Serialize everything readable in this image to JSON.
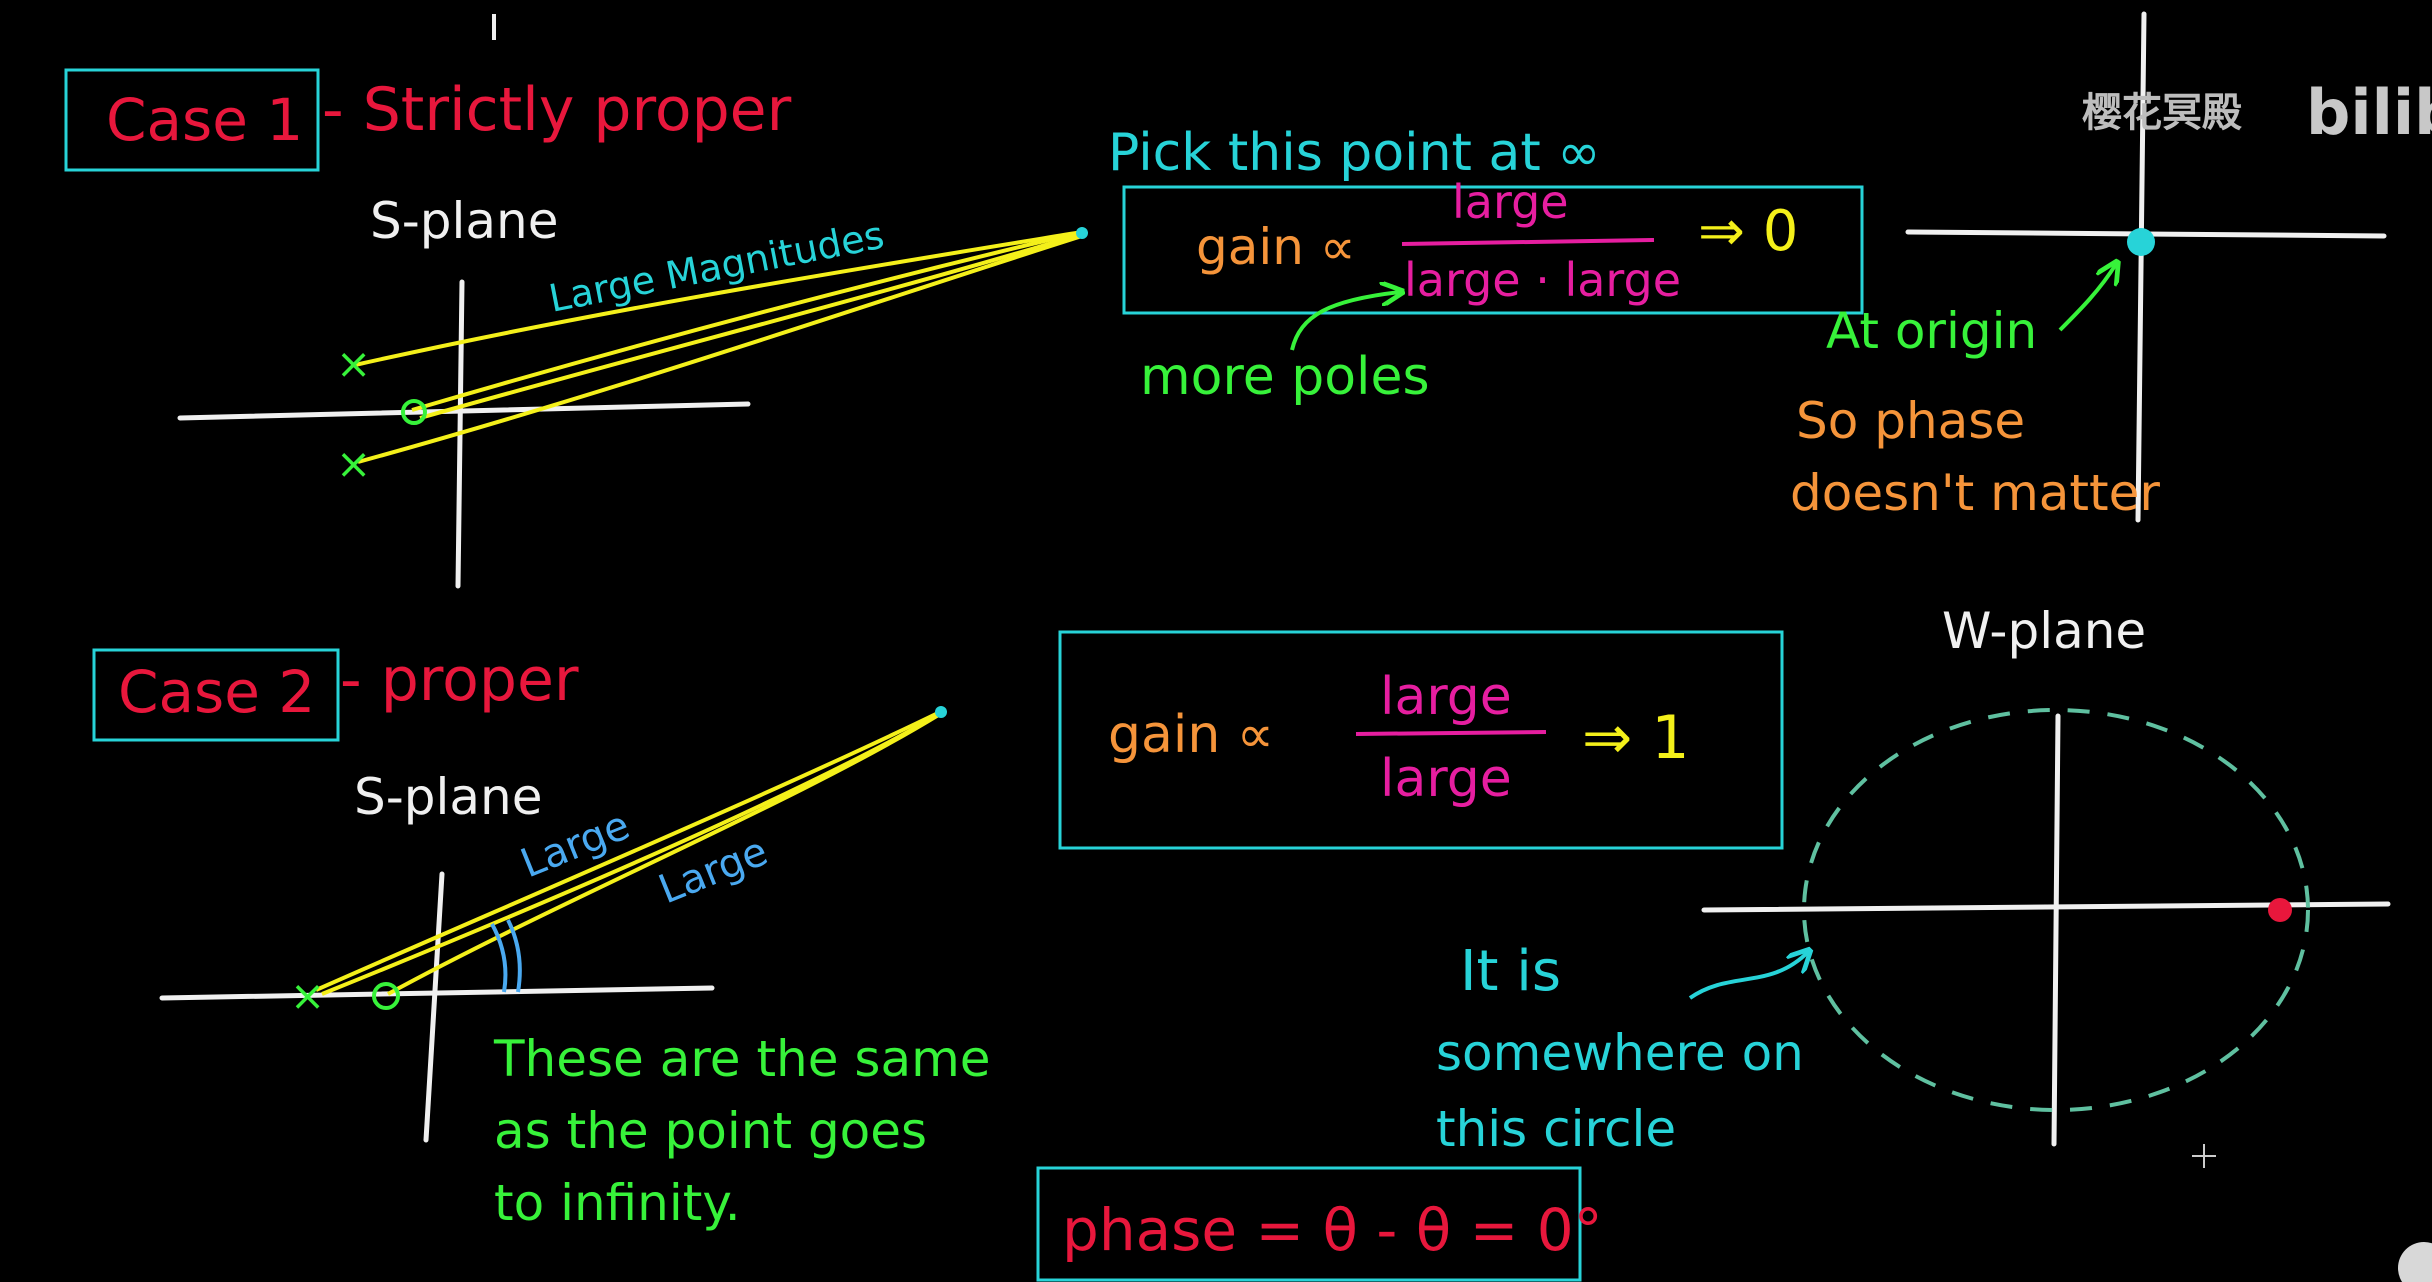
{
  "colors": {
    "background": "#000000",
    "red": "#e8173c",
    "cyan": "#27d3d8",
    "yellow": "#f4f01a",
    "green": "#37f23a",
    "orange": "#f5943a",
    "magenta": "#e61ea0",
    "white": "#f0f0f0",
    "blue": "#4aa9f0",
    "dashed": "#5fc0a0"
  },
  "watermark": {
    "channel": "樱花冥殿",
    "brand": "bilib"
  },
  "case1": {
    "title": "Case 1",
    "subtitle": "- Strictly proper",
    "plane_label": "S-plane",
    "large_magnitudes": "Large Magnitudes",
    "pick_point": "Pick this point at ∞",
    "gain_text": "gain ∝",
    "numerator": "large",
    "denominator": "large · large",
    "result": "⇒ 0",
    "more_poles": "more poles",
    "at_origin": "At origin",
    "phase_note_1": "So phase",
    "phase_note_2": "doesn't matter"
  },
  "case2": {
    "title": "Case 2",
    "subtitle": "- proper",
    "plane_label": "S-plane",
    "large_1": "Large",
    "large_2": "Large",
    "gain_text": "gain ∝",
    "numerator": "large",
    "denominator": "large",
    "result": "⇒ 1",
    "same_note_1": "These are the same",
    "same_note_2": "as the point goes",
    "same_note_3": "to infinity.",
    "w_plane_label": "W-plane",
    "circle_note_1": "It is",
    "circle_note_2": "somewhere on",
    "circle_note_3": "this circle",
    "phase_text": "phase = θ - θ = 0°"
  }
}
